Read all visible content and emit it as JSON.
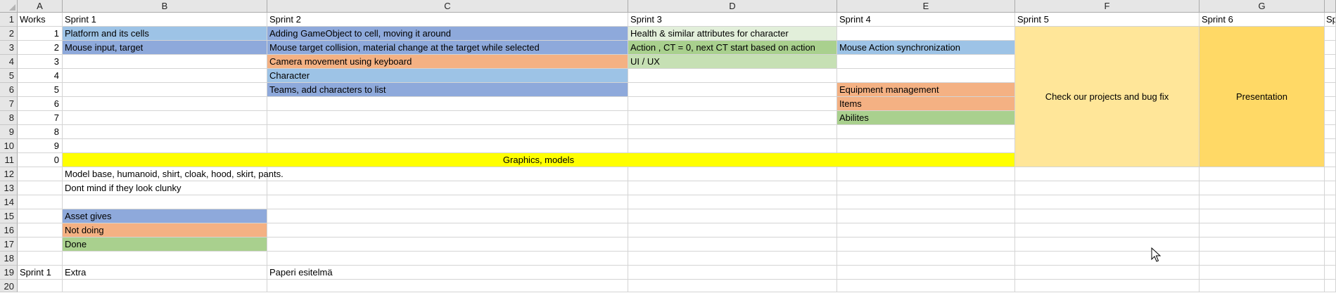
{
  "colors": {
    "blue_light": "#9dc3e6",
    "blue_med": "#8ea9db",
    "orange": "#f4b183",
    "green": "#a9d08e",
    "green_light": "#c6e0b4",
    "green_pale": "#e2efda",
    "yellow": "#ffff00",
    "sprint5_bg": "#ffe699",
    "sprint6_bg": "#ffd966"
  },
  "columns": [
    "A",
    "B",
    "C",
    "D",
    "E",
    "F",
    "G"
  ],
  "rows": [
    "1",
    "2",
    "3",
    "4",
    "5",
    "6",
    "7",
    "8",
    "9",
    "10",
    "11",
    "12",
    "13",
    "14",
    "15",
    "16",
    "17",
    "18",
    "19",
    "20"
  ],
  "cells": {
    "A1": "Works",
    "B1": "Sprint 1",
    "C1": "Sprint 2",
    "D1": "Sprint 3",
    "E1": "Sprint 4",
    "F1": "Sprint 5",
    "G1": "Sprint 6",
    "H1": "Sprin",
    "A2": "1",
    "A3": "2",
    "A4": "3",
    "A5": "4",
    "A6": "5",
    "A7": "6",
    "A8": "7",
    "A9": "8",
    "A10": "9",
    "A11": "0",
    "B2": "Platform and its cells",
    "B3": "Mouse input, target",
    "C2": "Adding GameObject to cell, moving it around",
    "C3": "Mouse target collision, material change at the target while selected",
    "C4": "Camera movement using keyboard",
    "C5": "Character",
    "C6": "Teams, add characters to list",
    "D2": "Health & similar attributes for character",
    "D3": "Action , CT = 0, next CT start based on action",
    "D4": "UI / UX",
    "E3": "Mouse Action synchronization",
    "E6": "Equipment management",
    "E7": "Items",
    "E8": "Abilites",
    "F2": "Check our projects and bug fix",
    "G2": "Presentation",
    "B11": "Graphics, models",
    "B12": "Model base, humanoid, shirt, cloak, hood, skirt, pants.",
    "B13": "Dont mind if they look clunky",
    "B15": "Asset gives",
    "B16": "Not doing",
    "B17": "Done",
    "A19": "Sprint 1",
    "B19": "Extra",
    "C19": "Paperi esitelmä"
  }
}
